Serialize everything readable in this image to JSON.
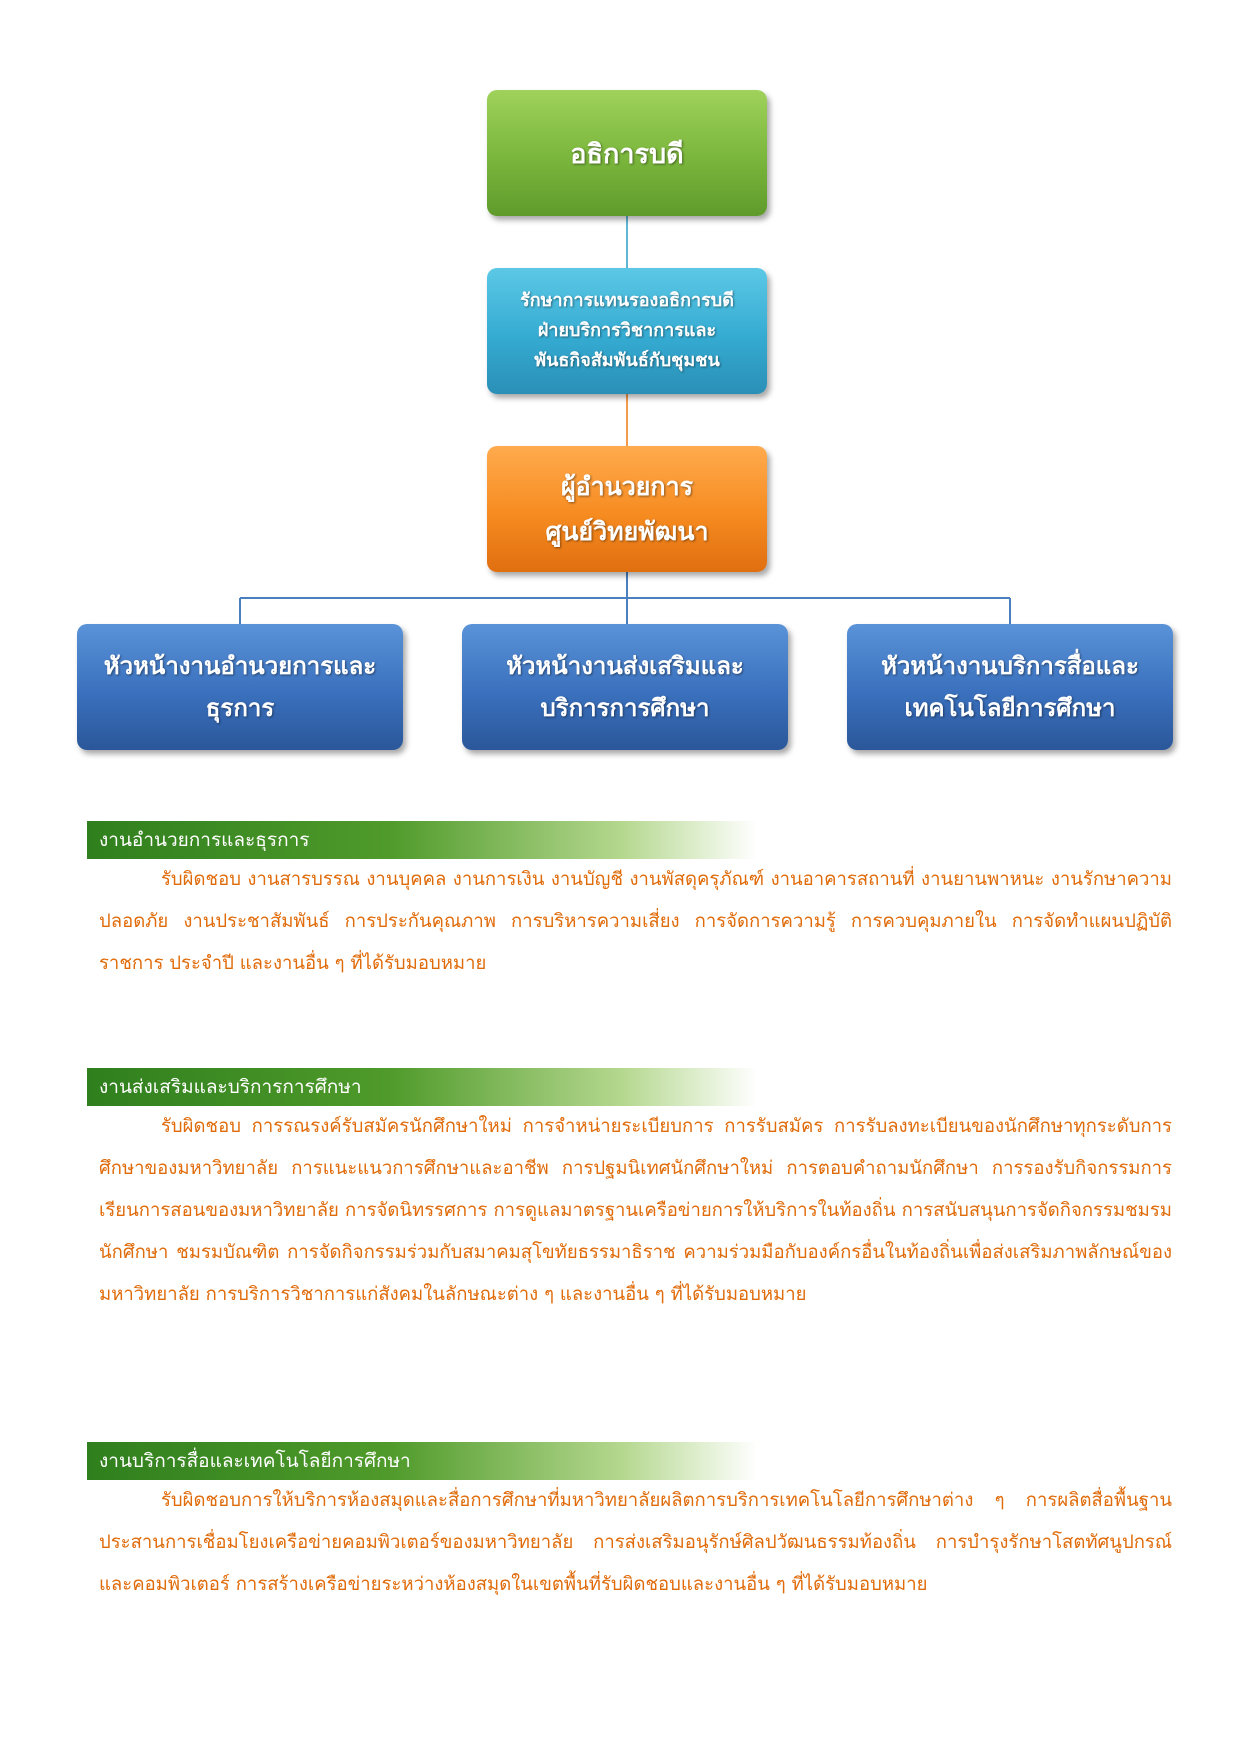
{
  "org_chart": {
    "director_general": "อธิการบดี",
    "vice_president": [
      "รักษาการแทนรองอธิการบดี",
      "ฝ่ายบริการวิชาการและ",
      "พันธกิจสัมพันธ์กับชุมชน"
    ],
    "center_director": [
      "ผู้อำนวยการ",
      "ศูนย์วิทยพัฒนา"
    ],
    "units": [
      {
        "lines": [
          "หัวหน้างานอำนวยการและ",
          "ธุรการ"
        ]
      },
      {
        "lines": [
          "หัวหน้างานส่งเสริมและ",
          "บริการการศึกษา"
        ]
      },
      {
        "lines": [
          "หัวหน้างานบริการสื่อและ",
          "เทคโนโลยีการศึกษา"
        ]
      }
    ],
    "colors": {
      "top": "#7ab63c",
      "deputy": "#35abd2",
      "director": "#f68b20",
      "units": "#3a70bd",
      "connector": "#4a7fc0"
    }
  },
  "sections": [
    {
      "heading": "งานอำนวยการและธุรการ",
      "body": "รับผิดชอบ งานสารบรรณ งานบุคคล งานการเงิน งานบัญชี งานพัสดุครุภัณฑ์ งานอาคารสถานที่ งานยานพาหนะ งานรักษาความปลอดภัย งานประชาสัมพันธ์ การประกันคุณภาพ การบริหารความเสี่ยง การจัดการความรู้ การควบคุมภายใน การจัดทำแผนปฏิบัติราชการ ประจำปี และงานอื่น ๆ ที่ได้รับมอบหมาย"
    },
    {
      "heading": "งานส่งเสริมและบริการการศึกษา",
      "body": "รับผิดชอบ การรณรงค์รับสมัครนักศึกษาใหม่ การจำหน่ายระเบียบการ การรับสมัคร การรับลงทะเบียนของนักศึกษาทุกระดับการศึกษาของมหาวิทยาลัย การแนะแนวการศึกษาและอาชีพ การปฐมนิเทศนักศึกษาใหม่ การตอบคำถามนักศึกษา การรองรับกิจกรรมการเรียนการสอนของมหาวิทยาลัย การจัดนิทรรศการ การดูแลมาตรฐานเครือข่ายการให้บริการในท้องถิ่น การสนับสนุนการจัดกิจกรรมชมรมนักศึกษา ชมรมบัณฑิต การจัดกิจกรรมร่วมกับสมาคมสุโขทัยธรรมาธิราช ความร่วมมือกับองค์กรอื่นในท้องถิ่นเพื่อส่งเสริมภาพลักษณ์ของมหาวิทยาลัย การบริการวิชาการแก่สังคมในลักษณะต่าง ๆ และงานอื่น ๆ ที่ได้รับมอบหมาย"
    },
    {
      "heading": "งานบริการสื่อและเทคโนโลยีการศึกษา",
      "body": "รับผิดชอบการให้บริการห้องสมุดและสื่อการศึกษาที่มหาวิทยาลัยผลิตการบริการเทคโนโลยีการศึกษาต่าง ๆ การผลิตสื่อพื้นฐาน ประสานการเชื่อมโยงเครือข่ายคอมพิวเตอร์ของมหาวิทยาลัย การส่งเสริมอนุรักษ์ศิลปวัฒนธรรมท้องถิ่น การบำรุงรักษาโสตทัศนูปกรณ์และคอมพิวเตอร์ การสร้างเครือข่ายระหว่างห้องสมุดในเขตพื้นที่รับผิดชอบและงานอื่น ๆ ที่ได้รับมอบหมาย"
    }
  ]
}
